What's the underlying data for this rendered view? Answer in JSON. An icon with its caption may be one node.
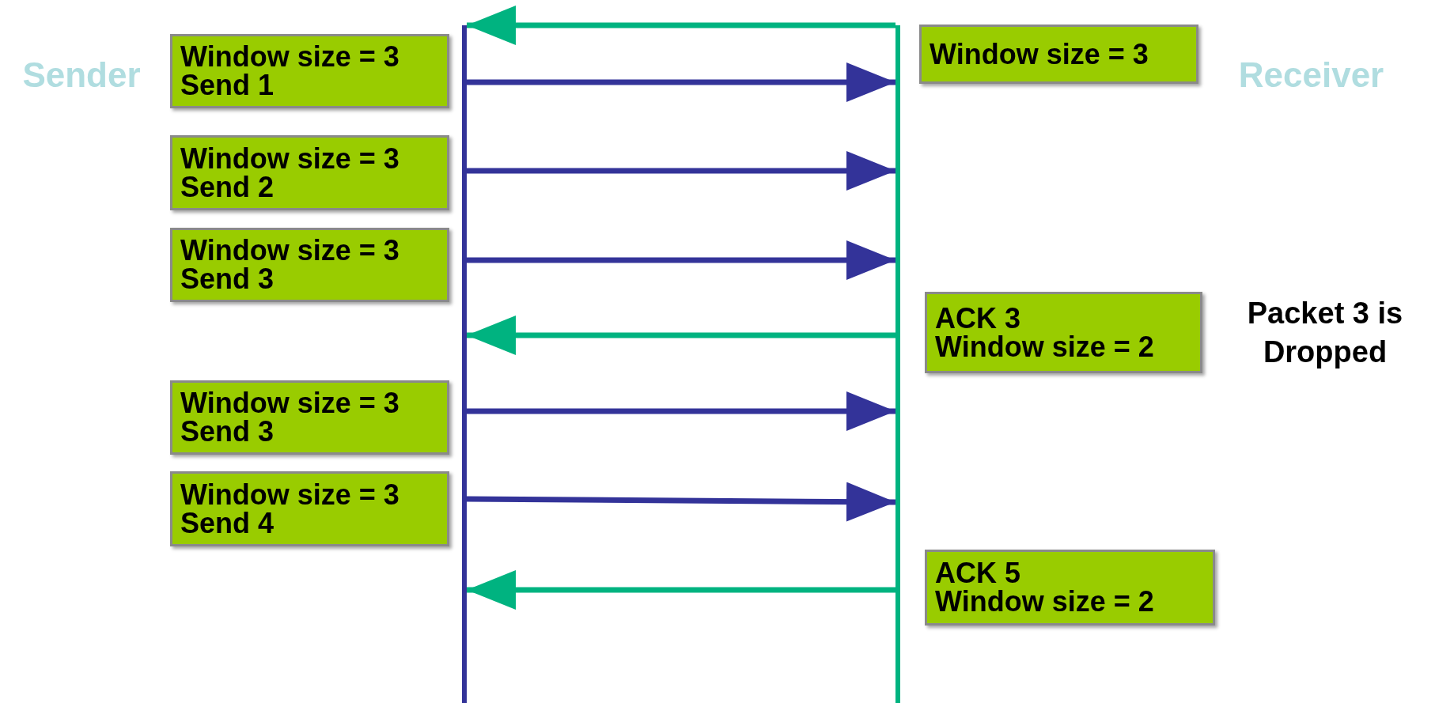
{
  "diagram": {
    "nodes": [
      {
        "text": [],
        "shape": "bar"
      },
      {
        "text": [],
        "shape": "bar"
      },
      {
        "text": [
          "Window size = 3",
          "Send 1"
        ]
      },
      {
        "text": [
          "Window size = 3"
        ]
      },
      {
        "text": [
          "Window size = 3",
          "Send 2"
        ]
      },
      {
        "text": [
          "Window size = 3",
          "Send 3"
        ]
      },
      {
        "text": [
          "ACK 3",
          "Window size = 2"
        ]
      },
      {
        "text": [
          "Window size = 3",
          "Send 3"
        ]
      },
      {
        "text": [
          "Window size = 3",
          "Send 4"
        ]
      },
      {
        "text": [
          "ACK 5",
          "Window size = 2"
        ]
      }
    ],
    "edges": [
      {
        "from": 1,
        "to": 0,
        "arrow": "to",
        "color": "#00b380"
      },
      {
        "from": 0,
        "to": 1,
        "arrow": "to"
      },
      {
        "from": 0,
        "to": 1,
        "arrow": "to"
      },
      {
        "from": 0,
        "to": 1,
        "arrow": "to"
      },
      {
        "from": 1,
        "to": 0,
        "arrow": "to",
        "color": "#00b380"
      },
      {
        "from": 0,
        "to": 1,
        "arrow": "to"
      },
      {
        "from": 0,
        "to": 1,
        "arrow": "to"
      },
      {
        "from": 1,
        "to": 0,
        "arrow": "to",
        "color": "#00b380"
      }
    ],
    "labels": [
      "Sender",
      "Receiver",
      "Packet 3 is Dropped"
    ]
  }
}
